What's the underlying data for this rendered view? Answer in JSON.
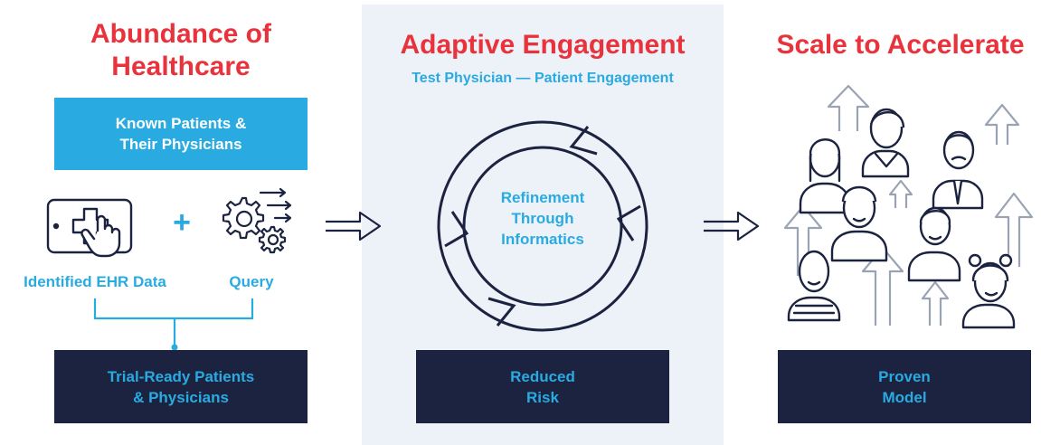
{
  "left": {
    "heading_line1": "Abundance of",
    "heading_line2": "Healthcare",
    "known_box_line1": "Known Patients &",
    "known_box_line2": "Their Physicians",
    "plus": "+",
    "label_ehr": "Identified EHR Data",
    "label_query": "Query",
    "result_line1": "Trial-Ready Patients",
    "result_line2": "& Physicians"
  },
  "middle": {
    "heading": "Adaptive Engagement",
    "subheading": "Test Physician — Patient Engagement",
    "cycle_line1": "Refinement",
    "cycle_line2": "Through",
    "cycle_line3": "Informatics",
    "result_line1": "Reduced",
    "result_line2": "Risk"
  },
  "right": {
    "heading": "Scale to Accelerate",
    "result_line1": "Proven",
    "result_line2": "Model"
  },
  "colors": {
    "heading_red": "#e8323c",
    "accent_blue": "#29abe2",
    "navy": "#1b2340",
    "panel_gray": "#edf1f8",
    "arrow_gray": "#9aa3b3"
  },
  "icons": [
    "tablet-medical-cross-icon",
    "gears-icon",
    "arrow-right-icon",
    "cycle-arrows-icon",
    "people-crowd-icon",
    "up-arrow-icon"
  ]
}
